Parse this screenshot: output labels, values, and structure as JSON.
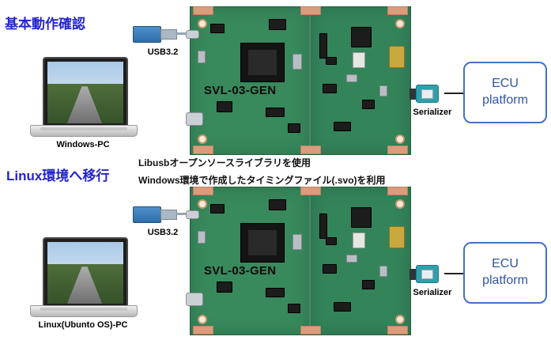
{
  "notes": [
    "Libusbオープンソースライブラリを使用",
    "Windows環境で作成したタイミングファイル(.svo)を利用"
  ],
  "colors": {
    "heading_blue": "#2424CC",
    "ecu_border": "#4472C4",
    "ecu_text": "#2E55A4",
    "pcb_green": "#38895C",
    "copper_tab": "#DB9B7C",
    "usb_blue": "#2E6DA8",
    "serializer_teal": "#2EA0AC"
  },
  "sections": [
    {
      "title": "基本動作確認",
      "pc_label": "Windows-PC",
      "usb_label": "USB3.2",
      "board_label": "SVL-03-GEN",
      "serializer_label": "Serializer",
      "ecu_label": "ECU platform"
    },
    {
      "title": "Linux環境へ移行",
      "pc_label": "Linux(Ubunto OS)-PC",
      "usb_label": "USB3.2",
      "board_label": "SVL-03-GEN",
      "serializer_label": "Serializer",
      "ecu_label": "ECU platform"
    }
  ]
}
